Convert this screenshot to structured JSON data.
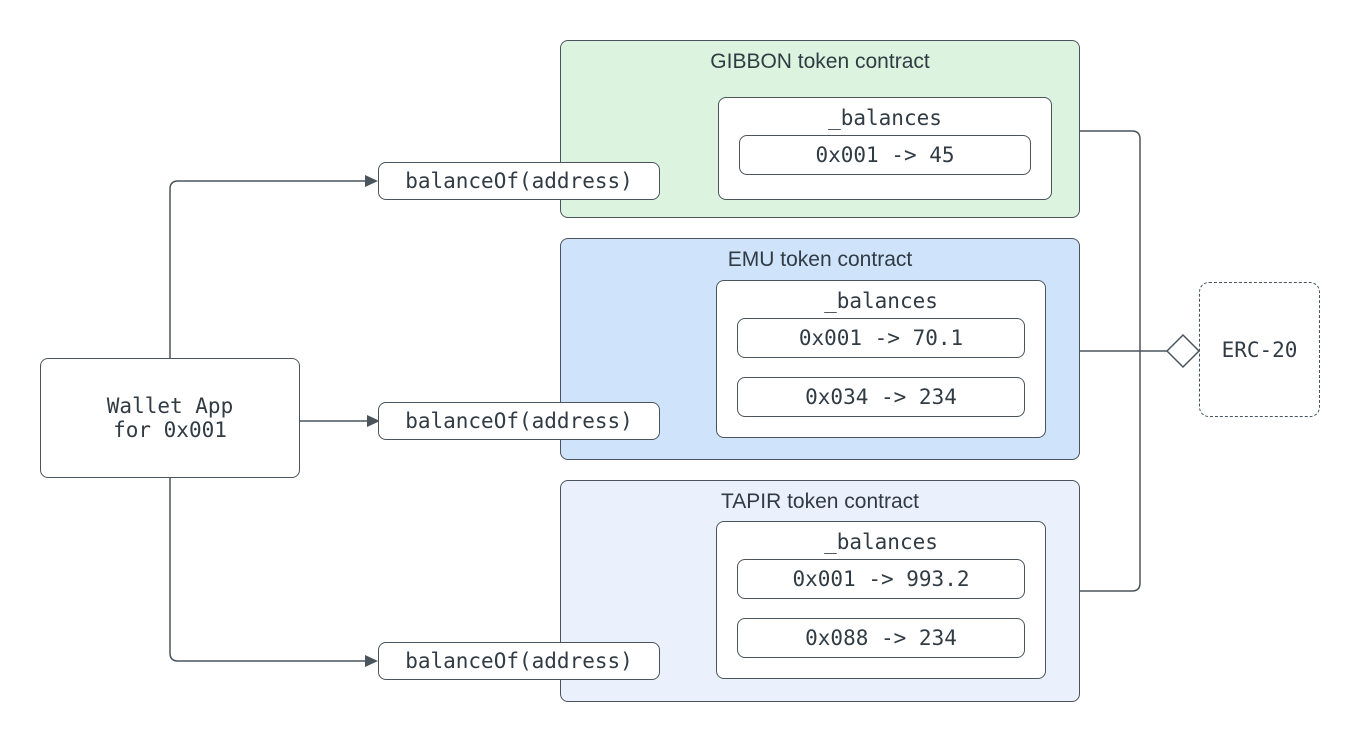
{
  "colors": {
    "stroke": "#4a545c",
    "text": "#313b44",
    "node_fill": "#ffffff",
    "gibbon_fill": "#dcf4df",
    "emu_fill": "#cfe3fb",
    "tapir_fill": "#eaf1fc"
  },
  "wallet": {
    "line1": "Wallet App",
    "line2": "for 0x001"
  },
  "calls": [
    {
      "label": "balanceOf(address)"
    },
    {
      "label": "balanceOf(address)"
    },
    {
      "label": "balanceOf(address)"
    }
  ],
  "contracts": [
    {
      "name": "GIBBON token contract",
      "map_label": "_balances",
      "fill": "#dcf4df",
      "entries": [
        "0x001 -> 45"
      ]
    },
    {
      "name": "EMU token contract",
      "map_label": "_balances",
      "fill": "#cfe3fb",
      "entries": [
        "0x001 -> 70.1",
        "0x034 -> 234"
      ]
    },
    {
      "name": "TAPIR token contract",
      "map_label": "_balances",
      "fill": "#eaf1fc",
      "entries": [
        "0x001 -> 993.2",
        "0x088 -> 234"
      ]
    }
  ],
  "interface": {
    "label": "ERC-20"
  }
}
